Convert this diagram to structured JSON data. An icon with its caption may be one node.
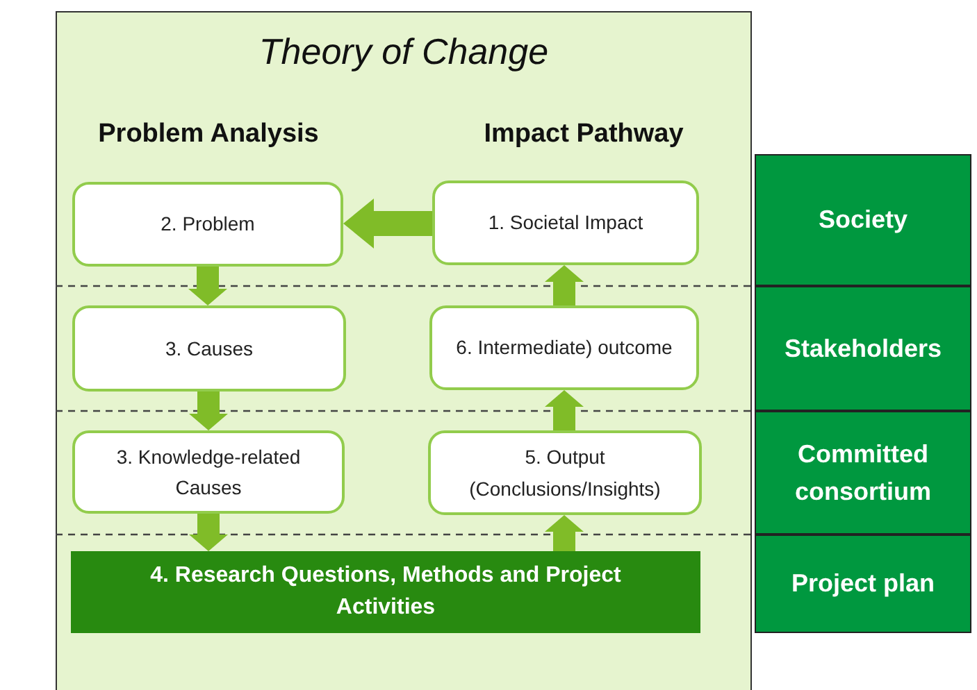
{
  "diagram": {
    "title": "Theory of Change",
    "nodes": [
      {
        "text": [
          "2. Problem"
        ]
      },
      {
        "text": [
          "1. Societal Impact"
        ]
      },
      {
        "text": [
          "3. Causes"
        ]
      },
      {
        "text": [
          "6. Intermediate) outcome"
        ]
      },
      {
        "text": [
          "3. Knowledge-related Causes"
        ]
      },
      {
        "text": [
          "5. Output (Conclusions/Insights)"
        ]
      },
      {
        "text": [
          "4. Research Questions, Methods and Project Activities"
        ]
      },
      {
        "text": [
          "Society"
        ]
      },
      {
        "text": [
          "Stakeholders"
        ]
      },
      {
        "text": [
          "Committed consortium"
        ]
      },
      {
        "text": [
          "Project plan"
        ]
      }
    ],
    "edges": [
      {
        "from": 1,
        "to": 0,
        "arrow": "to"
      },
      {
        "from": 0,
        "to": 2,
        "arrow": "to"
      },
      {
        "from": 2,
        "to": 4,
        "arrow": "to"
      },
      {
        "from": 4,
        "to": 6,
        "arrow": "to"
      },
      {
        "from": 6,
        "to": 5,
        "arrow": "to"
      },
      {
        "from": 5,
        "to": 3,
        "arrow": "to"
      },
      {
        "from": 3,
        "to": 1,
        "arrow": "to"
      }
    ],
    "labels": [
      "Problem Analysis",
      "Impact Pathway"
    ]
  }
}
